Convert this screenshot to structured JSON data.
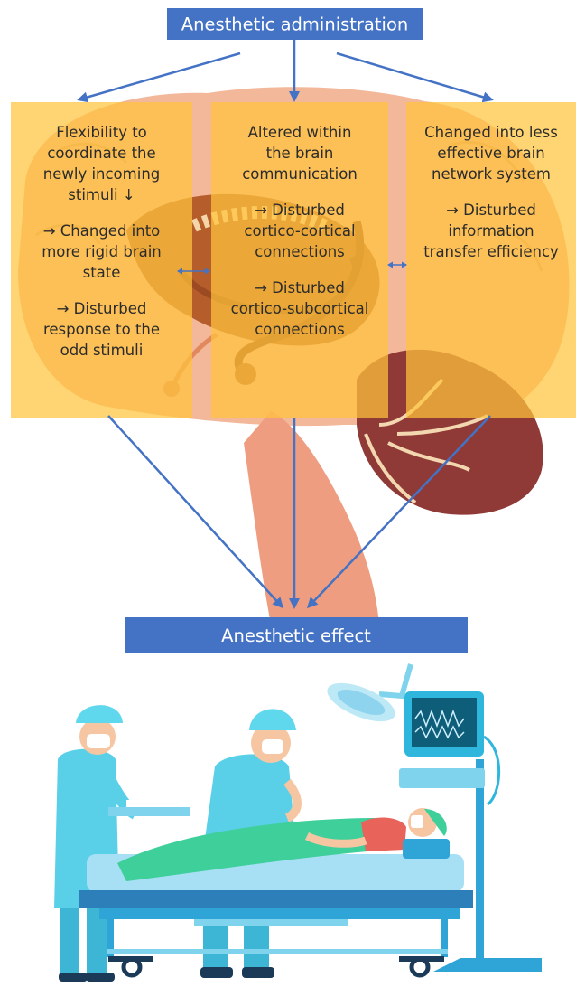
{
  "header": {
    "label": "Anesthetic administration"
  },
  "footer": {
    "label": "Anesthetic effect"
  },
  "panels": [
    {
      "paragraphs": [
        "Flexibility to\ncoordinate the\nnewly incoming\nstimuli ↓",
        "→ Changed into\nmore rigid brain\nstate",
        "→ Disturbed\nresponse to the\nodd stimuli"
      ]
    },
    {
      "paragraphs": [
        "Altered within\nthe brain\ncommunication",
        "→ Disturbed\ncortico-cortical\nconnections",
        "→ Disturbed\ncortico-subcortical\nconnections"
      ]
    },
    {
      "paragraphs": [
        "Changed into less\neffective brain\nnetwork system",
        "→ Disturbed\ninformation\ntransfer efficiency"
      ]
    }
  ],
  "colors": {
    "arrow": "#4472c4",
    "panel": "#ffc43c",
    "brain": "#f0ad8f",
    "brain_inner": "#b65d2c",
    "cerebellum": "#8f3a36",
    "scrubs": "#4fc3d7",
    "sheet": "#3ecf9a",
    "bed": "#2c7fb8"
  },
  "icons": [
    "brain-illustration",
    "double-arrow-icon",
    "surgeon-figure",
    "operating-lamp",
    "patient-monitor"
  ]
}
